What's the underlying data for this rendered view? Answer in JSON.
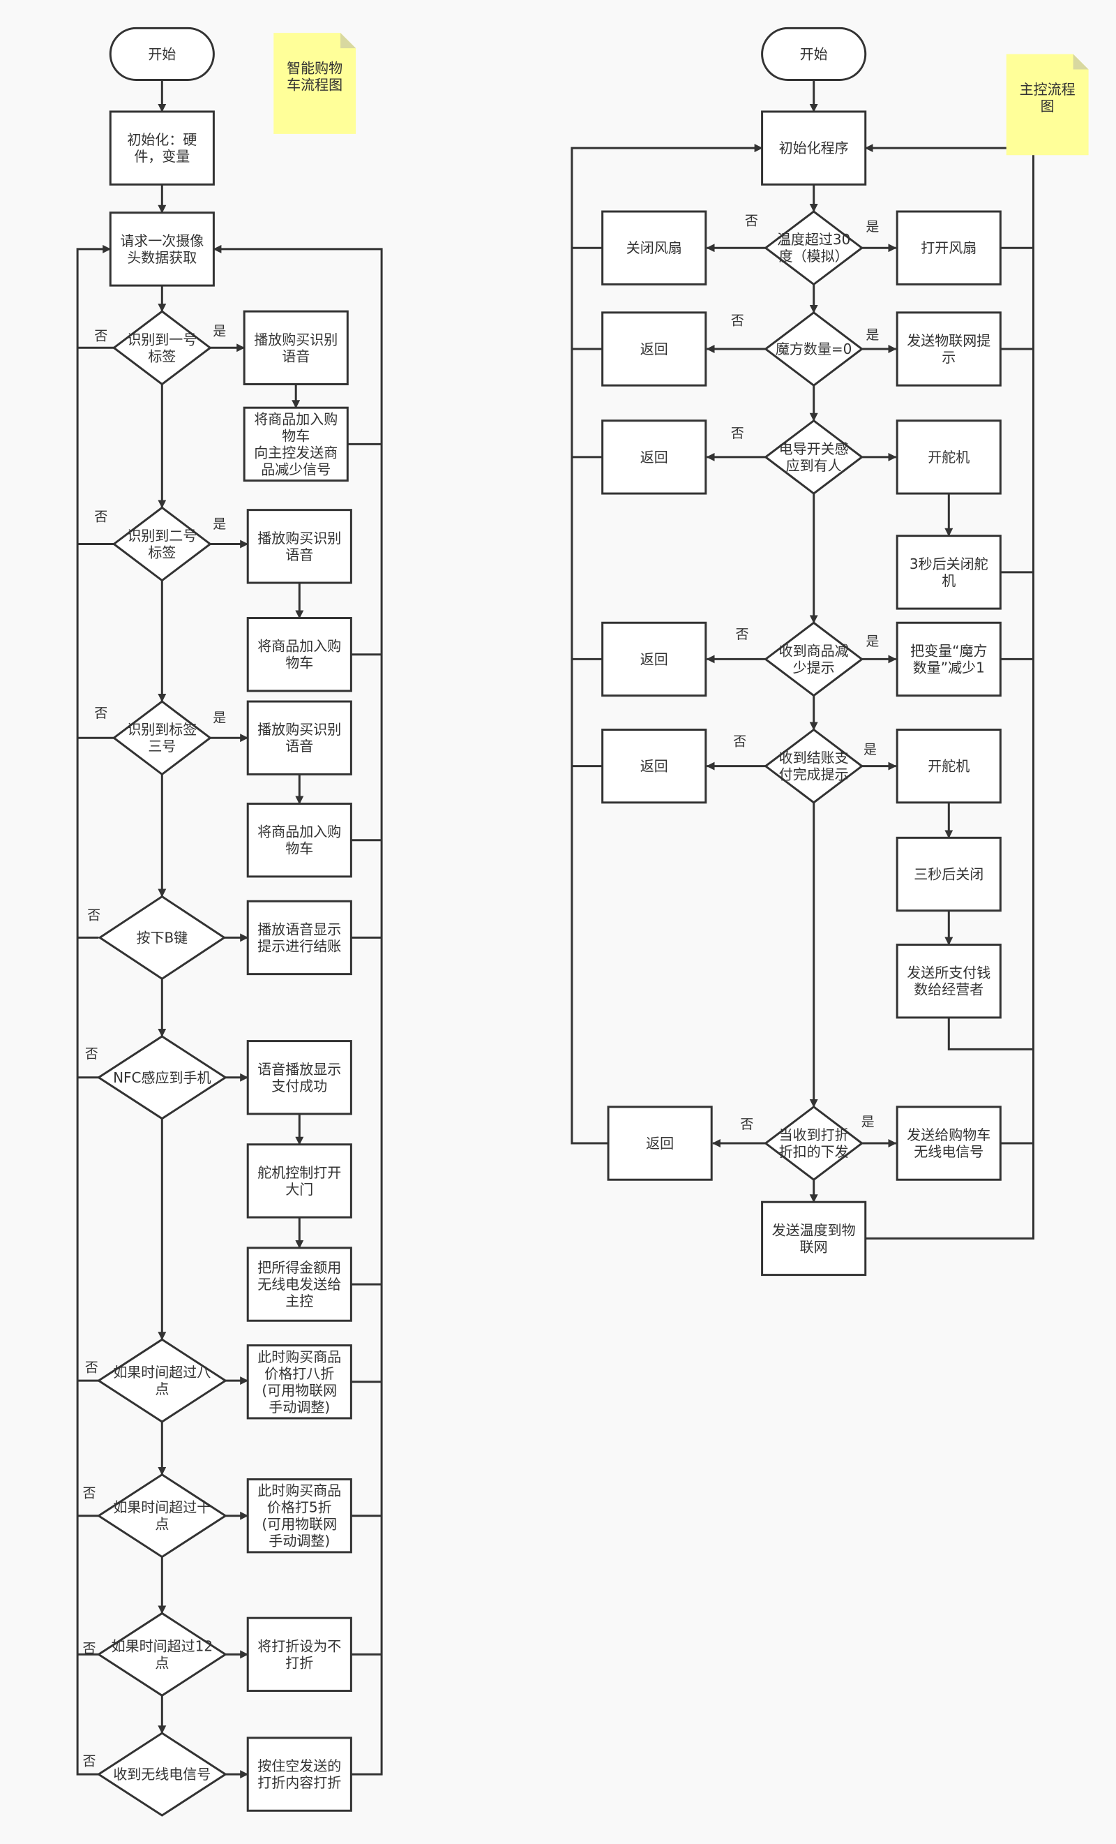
{
  "colors": {
    "stroke": "#333333",
    "fill": "#ffffff",
    "note": "#ffff99",
    "background": "#f9f9f9"
  },
  "nodes": [
    {
      "id": "L_start",
      "text": [
        "开始"
      ]
    },
    {
      "id": "L_init",
      "text": [
        "初始化：硬",
        "件，变量"
      ]
    },
    {
      "id": "L_req",
      "text": [
        "请求一次摄像",
        "头数据获取"
      ]
    },
    {
      "id": "L_d1",
      "text": [
        "识别到一号",
        "标签"
      ]
    },
    {
      "id": "L_p1",
      "text": [
        "播放购买识别",
        "语音"
      ]
    },
    {
      "id": "L_a1",
      "text": [
        "将商品加入购",
        "物车",
        "向主控发送商",
        "品减少信号"
      ]
    },
    {
      "id": "L_d2",
      "text": [
        "识别到二号",
        "标签"
      ]
    },
    {
      "id": "L_p2",
      "text": [
        "播放购买识别",
        "语音"
      ]
    },
    {
      "id": "L_a2",
      "text": [
        "将商品加入购",
        "物车"
      ]
    },
    {
      "id": "L_d3",
      "text": [
        "识别到标签",
        "三号"
      ]
    },
    {
      "id": "L_p3",
      "text": [
        "播放购买识别",
        "语音"
      ]
    },
    {
      "id": "L_a3",
      "text": [
        "将商品加入购",
        "物车"
      ]
    },
    {
      "id": "L_d4",
      "text": [
        "按下B键"
      ]
    },
    {
      "id": "L_p4",
      "text": [
        "播放语音显示",
        "提示进行结账"
      ]
    },
    {
      "id": "L_d5",
      "text": [
        "NFC感应到手机"
      ]
    },
    {
      "id": "L_p5",
      "text": [
        "语音播放显示",
        "支付成功"
      ]
    },
    {
      "id": "L_p6",
      "text": [
        "舵机控制打开",
        "大门"
      ]
    },
    {
      "id": "L_p7",
      "text": [
        "把所得金额用",
        "无线电发送给",
        "主控"
      ]
    },
    {
      "id": "L_d6",
      "text": [
        "如果时间超过八",
        "点"
      ]
    },
    {
      "id": "L_p8",
      "text": [
        "此时购买商品",
        "价格打八折",
        "(可用物联网",
        "手动调整)"
      ]
    },
    {
      "id": "L_d7",
      "text": [
        "如果时间超过十",
        "点"
      ]
    },
    {
      "id": "L_p9",
      "text": [
        "此时购买商品",
        "价格打5折",
        "(可用物联网",
        "手动调整)"
      ]
    },
    {
      "id": "L_d8",
      "text": [
        "如果时间超过12",
        "点"
      ]
    },
    {
      "id": "L_p10",
      "text": [
        "将打折设为不",
        "打折"
      ]
    },
    {
      "id": "L_d9",
      "text": [
        "收到无线电信号"
      ]
    },
    {
      "id": "L_p11",
      "text": [
        "按住空发送的",
        "打折内容打折"
      ]
    },
    {
      "id": "R_start",
      "text": [
        "开始"
      ]
    },
    {
      "id": "R_init",
      "text": [
        "初始化程序"
      ]
    },
    {
      "id": "R_d1",
      "text": [
        "温度超过30",
        "度（模拟）"
      ]
    },
    {
      "id": "R_fan_off",
      "text": [
        "关闭风扇"
      ]
    },
    {
      "id": "R_fan_on",
      "text": [
        "打开风扇"
      ]
    },
    {
      "id": "R_d2",
      "text": [
        "魔方数量=0"
      ]
    },
    {
      "id": "R_ret1",
      "text": [
        "返回"
      ]
    },
    {
      "id": "R_iot",
      "text": [
        "发送物联网提",
        "示"
      ]
    },
    {
      "id": "R_d3",
      "text": [
        "电导开关感",
        "应到有人"
      ]
    },
    {
      "id": "R_ret2",
      "text": [
        "返回"
      ]
    },
    {
      "id": "R_servo1",
      "text": [
        "开舵机"
      ]
    },
    {
      "id": "R_close3",
      "text": [
        "3秒后关闭舵",
        "机"
      ]
    },
    {
      "id": "R_d4",
      "text": [
        "收到商品减",
        "少提示"
      ]
    },
    {
      "id": "R_ret3",
      "text": [
        "返回"
      ]
    },
    {
      "id": "R_dec",
      "text": [
        "把变量“魔方",
        "数量”减少1"
      ]
    },
    {
      "id": "R_d5",
      "text": [
        "收到结账支",
        "付完成提示"
      ]
    },
    {
      "id": "R_ret4",
      "text": [
        "返回"
      ]
    },
    {
      "id": "R_servo2",
      "text": [
        "开舵机"
      ]
    },
    {
      "id": "R_close_3s",
      "text": [
        "三秒后关闭"
      ]
    },
    {
      "id": "R_sendmoney",
      "text": [
        "发送所支付钱",
        "数给经营者"
      ]
    },
    {
      "id": "R_d6",
      "text": [
        "当收到打折",
        "折扣的下发"
      ]
    },
    {
      "id": "R_ret5",
      "text": [
        "返回"
      ]
    },
    {
      "id": "R_sendcart",
      "text": [
        "发送给购物车",
        "无线电信号"
      ]
    },
    {
      "id": "R_sendtemp",
      "text": [
        "发送温度到物",
        "联网"
      ]
    }
  ],
  "notes": [
    {
      "id": "note_left",
      "text": [
        "智能购物",
        "车流程图"
      ]
    },
    {
      "id": "note_right",
      "text": [
        "主控流程",
        "图"
      ]
    }
  ],
  "edge_labels": [
    {
      "id": "L_d1_no",
      "text": "否"
    },
    {
      "id": "L_d1_yes",
      "text": "是"
    },
    {
      "id": "L_d2_no",
      "text": "否"
    },
    {
      "id": "L_d2_yes",
      "text": "是"
    },
    {
      "id": "L_d3_no",
      "text": "否"
    },
    {
      "id": "L_d3_yes",
      "text": "是"
    },
    {
      "id": "L_d4_no",
      "text": "否"
    },
    {
      "id": "L_d5_no",
      "text": "否"
    },
    {
      "id": "L_d6_no",
      "text": "否"
    },
    {
      "id": "L_d7_no",
      "text": "否"
    },
    {
      "id": "L_d8_no",
      "text": "否"
    },
    {
      "id": "L_d9_no",
      "text": "否"
    },
    {
      "id": "R_d1_no",
      "text": "否"
    },
    {
      "id": "R_d1_yes",
      "text": "是"
    },
    {
      "id": "R_d2_no",
      "text": "否"
    },
    {
      "id": "R_d2_yes",
      "text": "是"
    },
    {
      "id": "R_d3_no",
      "text": "否"
    },
    {
      "id": "R_d4_no",
      "text": "否"
    },
    {
      "id": "R_d4_yes",
      "text": "是"
    },
    {
      "id": "R_d5_no",
      "text": "否"
    },
    {
      "id": "R_d5_yes",
      "text": "是"
    },
    {
      "id": "R_d6_no",
      "text": "否"
    },
    {
      "id": "R_d6_yes",
      "text": "是"
    }
  ]
}
